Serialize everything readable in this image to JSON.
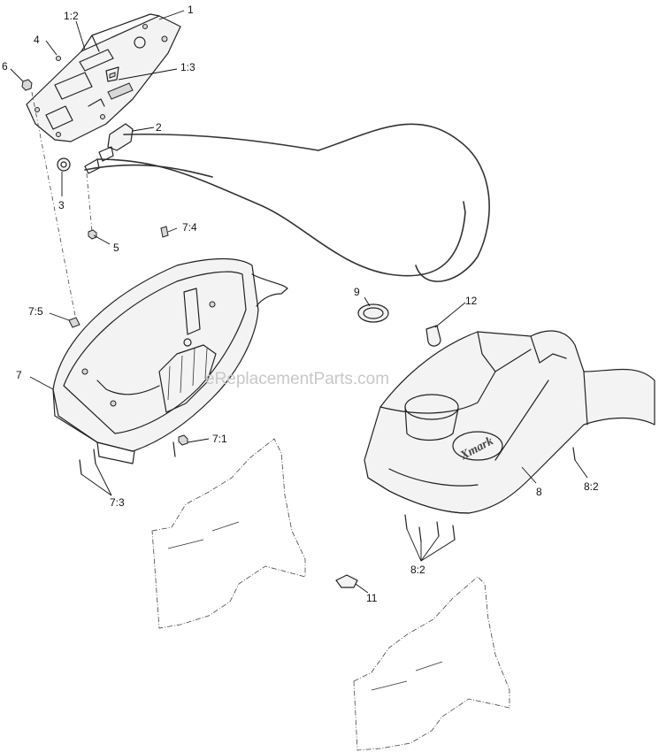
{
  "watermark": "eReplacementParts.com",
  "brand_mark": "Xmark",
  "callouts": {
    "c1": "1",
    "c1_2": "1:2",
    "c1_3": "1:3",
    "c2": "2",
    "c3": "3",
    "c4": "4",
    "c5": "5",
    "c6": "6",
    "c7": "7",
    "c7_1": "7:1",
    "c7_3": "7:3",
    "c7_4": "7:4",
    "c7_5": "7:5",
    "c8": "8",
    "c8_2a": "8:2",
    "c8_2b": "8:2",
    "c9": "9",
    "c11": "11",
    "c12": "12"
  }
}
